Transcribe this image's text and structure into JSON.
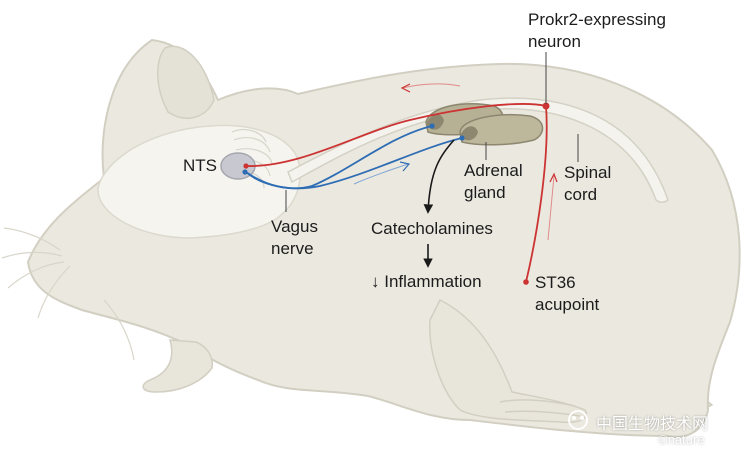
{
  "labels": {
    "prokr2": [
      "Prokr2-expressing",
      "neuron"
    ],
    "nts": "NTS",
    "adrenal": [
      "Adrenal",
      "gland"
    ],
    "spinal": [
      "Spinal",
      "cord"
    ],
    "vagus": [
      "Vagus",
      "nerve"
    ],
    "catecholamines": "Catecholamines",
    "inflammation": "↓ Inflammation",
    "st36": [
      "ST36",
      "acupoint"
    ]
  },
  "watermark": "中国生物技术网",
  "credit": "©nature",
  "colors": {
    "body_fill": "#ebe8df",
    "body_outline": "#d2cfc2",
    "brain_fill": "#f5f4ef",
    "spinal_fill": "#f4f3ee",
    "nts_fill": "#c8c9d0",
    "adrenal_fill": "#b6b095",
    "neural_red": "#cc3333",
    "vagal_blue": "#2e6db4",
    "arrow_black": "#1a1a1a"
  }
}
